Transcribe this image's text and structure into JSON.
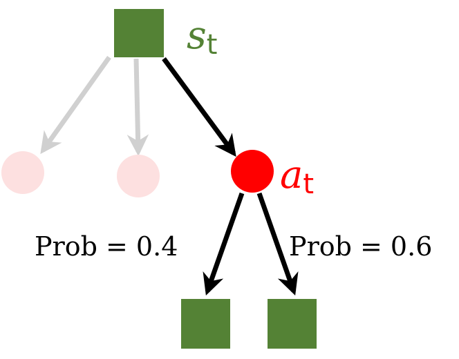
{
  "colors": {
    "state": "#548235",
    "action": "#ff0000",
    "faded_action": "#fde0e0",
    "faded_arrow": "#d0d0d0",
    "arrow": "#000000"
  },
  "state_label": {
    "symbol": "s",
    "subscript": "t"
  },
  "action_label": {
    "symbol": "a",
    "subscript": "t"
  },
  "transitions": [
    {
      "label": "Prob = 0.4"
    },
    {
      "label": "Prob = 0.6"
    }
  ]
}
